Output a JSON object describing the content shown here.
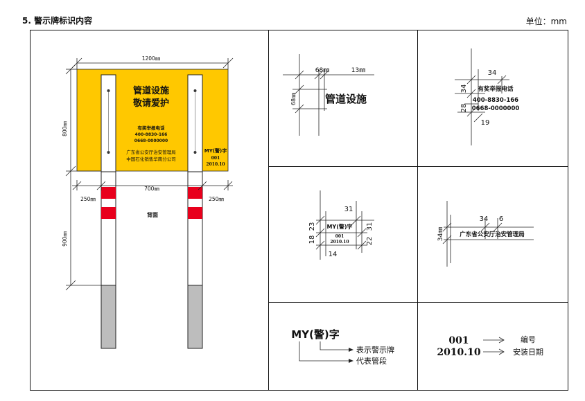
{
  "header": {
    "title": "5. 警示牌标识内容",
    "unit": "单位：mm"
  },
  "sign": {
    "line1": "管道设施",
    "line2": "敬请爱护",
    "report_label": "有奖举报电话",
    "phone1": "400-8830-166",
    "phone2": "0668-0000000",
    "org1": "广东省公安厅治安管理局",
    "org2": "中国石化销售华南分公司",
    "code": "MY(警)字",
    "number": "001",
    "date": "2010.10"
  },
  "dims": {
    "width": "1200㎜",
    "height": "800㎜",
    "left_margin": "250㎜",
    "post_gap": "700㎜",
    "right_margin": "250㎜",
    "post_height": "900㎜",
    "back_label": "背面"
  },
  "details": {
    "panel1": {
      "dim_a": "68㎜",
      "dim_b": "13㎜",
      "dim_c": "68㎜",
      "text": "管道设施"
    },
    "panel2": {
      "d34a": "34",
      "d34b": "34",
      "d28": "28",
      "d19": "19",
      "text": "有奖举报电话",
      "phone1": "400-8830-166",
      "phone2": "0668-0000000"
    },
    "panel3": {
      "d31a": "31",
      "d23": "23",
      "d18": "18",
      "d31b": "31",
      "d22": "22",
      "d14": "14",
      "text": "MY(警)字",
      "n1": "001",
      "n2": "2010.10"
    },
    "panel4": {
      "d34a": "34",
      "d6": "6",
      "d34b": "34㎜",
      "text": "广东省公安厅治安管理局"
    }
  },
  "legend": {
    "code": "MY(警)字",
    "code_desc1": "表示警示牌",
    "code_desc2": "代表管段",
    "number": "001",
    "number_desc": "编号",
    "date": "2010.10",
    "date_desc": "安装日期"
  },
  "colors": {
    "sign_yellow": "#FFC800",
    "stripe_red": "#E8001C",
    "post_base_gray": "#BDBDBD"
  }
}
